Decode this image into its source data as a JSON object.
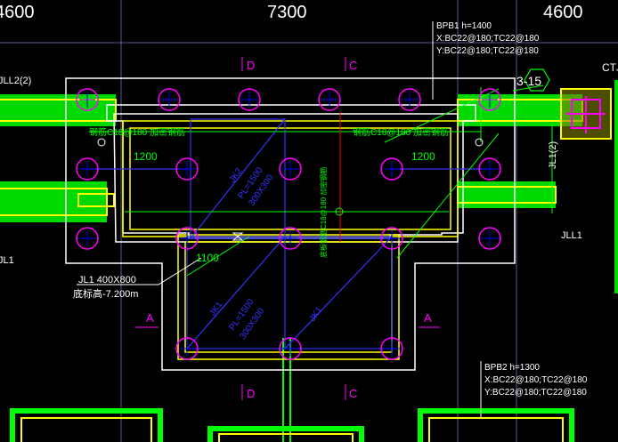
{
  "dimensions": {
    "left": "4600",
    "center": "7300",
    "right": "4600"
  },
  "axis_labels": {
    "top_left": "D",
    "top_right": "C",
    "bottom_left": "D",
    "bottom_right": "C"
  },
  "section_marks": {
    "left": "A",
    "right": "A"
  },
  "notes": {
    "bpb1_title": "BPB1 h=1400",
    "bpb1_x": "X:BC22@180;TC22@180",
    "bpb1_y": "Y:BC22@180;TC22@180",
    "bpb2_title": "BPB2 h=1300",
    "bpb2_x": "X:BC22@180;TC22@180",
    "bpb2_y": "Y:BC22@180;TC22@180",
    "jl1_name": "JL1 400X800",
    "jl1_elev": "底标高-7.200m",
    "jll2": "JLL2(2)",
    "jl1_left": "JL1",
    "jl1_right": "JLL1",
    "jl1_right_vertical": "JL1(2)",
    "ctj": "CTJ",
    "grid_ref": "3-15"
  },
  "green_labels": {
    "left_rebar": "钢筋C18@180 加密钢筋",
    "right_rebar": "钢筋C18@180 加密钢筋",
    "center_rebar": "底板钢筋C18@180 加密钢筋",
    "left_dim": "1200",
    "right_dim": "1200",
    "bottom_dim": "1100"
  },
  "slab_marks": {
    "top_jk": "JK2",
    "top_spec1": "PL=1500",
    "top_spec2": "300X300",
    "bottom_left_jk": "JK1",
    "bottom_left_spec1": "PL=1500",
    "bottom_left_spec2": "300X300",
    "bottom_right_jk": "JK1"
  },
  "colors": {
    "background": "#000000",
    "pile_circle": "#ff00ff",
    "pile_cross": "#0000ff",
    "green_beam": "#00ff00",
    "yellow_beam": "#ffff00",
    "outline": "#ffffff",
    "red_line": "#ff0000",
    "blue_line": "#0000ff",
    "magenta_text": "#ff00ff"
  }
}
